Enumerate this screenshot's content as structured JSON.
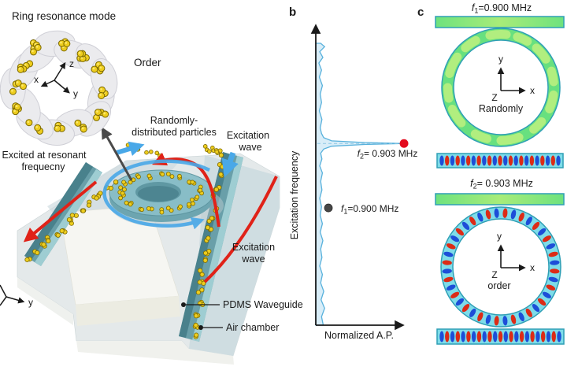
{
  "figure": {
    "background": "#ffffff"
  },
  "panel_a": {
    "labels": {
      "title": "Ring resonance mode",
      "order": "Order",
      "randomly_line1": "Randomly-",
      "randomly_line2": "distributed particles",
      "excitation_top_line1": "Excitation",
      "excitation_top_line2": "wave",
      "excited_line1": "Excited at resonant",
      "excited_line2": "frequecny",
      "excitation_right_line1": "Excitation",
      "excitation_right_line2": "wave",
      "pdms": "PDMS Waveguide",
      "air_chamber": "Air chamber"
    },
    "axes_ring": {
      "x": "x",
      "y": "y",
      "z": "z"
    },
    "axes_device": {
      "y": "y"
    }
  },
  "panel_b": {
    "label": "b",
    "ylabel": "Excitation frequency",
    "xlabel": "Normalized A.P.",
    "marker_f2": {
      "sym": "f",
      "sub": "2",
      "rest": "= 0.903 MHz"
    },
    "marker_f1": {
      "sym": "f",
      "sub": "1",
      "rest": "=0.900 MHz"
    }
  },
  "panel_c": {
    "label": "c",
    "groups": [
      {
        "title_sym": "f",
        "title_sub": "1",
        "title_rest": "=0.900 MHz",
        "axis_x": "x",
        "axis_y": "y",
        "axis_z": "Z",
        "mode_label": "Randomly",
        "ring_pattern": "random",
        "waveguide_blob_count": 23
      },
      {
        "title_sym": "f",
        "title_sub": "2",
        "title_rest": "= 0.903 MHz",
        "axis_x": "x",
        "axis_y": "y",
        "axis_z": "Z",
        "mode_label": "order",
        "ring_pattern": "ordered",
        "ring_mode_blob_count": 40,
        "waveguide_blob_count": 23
      }
    ]
  },
  "chart_data": {
    "type": "line",
    "title": "",
    "xlabel": "Normalized A.P.",
    "ylabel": "Excitation frequency",
    "orientation": "frequency on vertical axis, amplitude on horizontal axis; no numeric ticks shown",
    "markers": [
      {
        "name": "f2",
        "frequency_mhz": 0.903,
        "normalized_ap": 1.0,
        "axis_fraction": 0.3555,
        "color": "#e30b1e"
      },
      {
        "name": "f1",
        "frequency_mhz": 0.9,
        "normalized_ap": 0.143,
        "axis_fraction": 0.584,
        "color": "#474747"
      }
    ],
    "series": [
      {
        "name": "acoustic potential spectrum",
        "points": [
          [
            0,
            0.055
          ],
          [
            0.012,
            0.1
          ],
          [
            0.03,
            0.045
          ],
          [
            0.05,
            0.08
          ],
          [
            0.07,
            0.035
          ],
          [
            0.095,
            0.065
          ],
          [
            0.12,
            0.04
          ],
          [
            0.15,
            0.075
          ],
          [
            0.18,
            0.05
          ],
          [
            0.21,
            0.065
          ],
          [
            0.24,
            0.04
          ],
          [
            0.27,
            0.07
          ],
          [
            0.3,
            0.05
          ],
          [
            0.32,
            0.065
          ],
          [
            0.335,
            0.09
          ],
          [
            0.346,
            0.18
          ],
          [
            0.352,
            0.55
          ],
          [
            0.3555,
            1.0
          ],
          [
            0.359,
            0.55
          ],
          [
            0.365,
            0.18
          ],
          [
            0.375,
            0.09
          ],
          [
            0.39,
            0.055
          ],
          [
            0.41,
            0.07
          ],
          [
            0.435,
            0.045
          ],
          [
            0.46,
            0.075
          ],
          [
            0.49,
            0.055
          ],
          [
            0.52,
            0.07
          ],
          [
            0.55,
            0.045
          ],
          [
            0.58,
            0.065
          ],
          [
            0.61,
            0.05
          ],
          [
            0.64,
            0.075
          ],
          [
            0.67,
            0.05
          ],
          [
            0.7,
            0.08
          ],
          [
            0.73,
            0.055
          ],
          [
            0.76,
            0.07
          ],
          [
            0.79,
            0.045
          ],
          [
            0.82,
            0.075
          ],
          [
            0.85,
            0.055
          ],
          [
            0.88,
            0.09
          ],
          [
            0.91,
            0.06
          ],
          [
            0.94,
            0.1
          ],
          [
            0.97,
            0.065
          ],
          [
            1.0,
            0.085
          ]
        ]
      }
    ]
  },
  "colors": {
    "curve_stroke": "#58b1dc",
    "curve_fill": "#d8edf8",
    "marker_red": "#e30b1e",
    "marker_dark": "#474747",
    "teal_border": "#2f9fb5",
    "cyan_bg": "#7edce9",
    "blob_red": "#dc2b16",
    "blob_blue": "#1d4ed8",
    "green": "#68e07f",
    "green_light": "#b9ef80",
    "particle_fill": "#eecd1e",
    "particle_stroke": "#7d6a00",
    "arrow_red": "#e02218",
    "arrow_blue": "#49a8e8"
  }
}
